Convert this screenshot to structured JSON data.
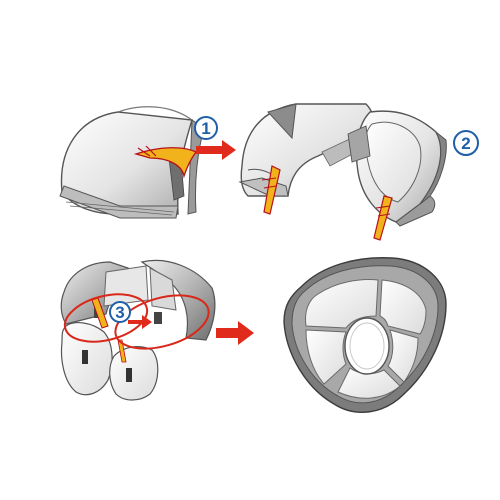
{
  "steps": [
    {
      "number": "1"
    },
    {
      "number": "2"
    },
    {
      "number": "3"
    }
  ],
  "colors": {
    "arrow": "#e02a1c",
    "marker": "#1f5fa8",
    "highlight_loop": "#d9281a",
    "seat_light": "#f2f2f2",
    "seat_mid": "#c9c9c9",
    "seat_dark": "#8f8f8f",
    "outline": "#555555",
    "hook": "#f2b21b"
  }
}
